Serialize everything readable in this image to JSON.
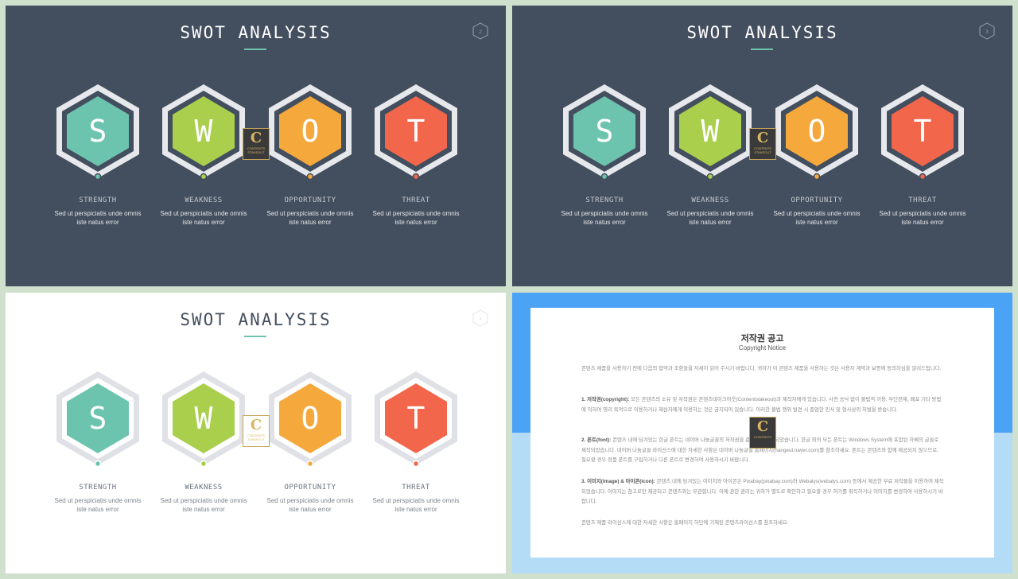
{
  "slides": [
    {
      "theme": "dark",
      "title": "SWOT ANALYSIS",
      "page": "2"
    },
    {
      "theme": "dark",
      "title": "SWOT ANALYSIS",
      "page": "3"
    },
    {
      "theme": "light",
      "title": "SWOT ANALYSIS",
      "page": "4"
    }
  ],
  "swot": [
    {
      "letter": "S",
      "label": "STRENGTH",
      "desc1": "Sed ut perspiciatis unde omnis",
      "desc2": "iste natus error",
      "color": "#6dc4ae"
    },
    {
      "letter": "W",
      "label": "WEAKNESS",
      "desc1": "Sed ut perspiciatis unde omnis",
      "desc2": "iste natus error",
      "color": "#a9cf4c"
    },
    {
      "letter": "O",
      "label": "OPPORTUNITY",
      "desc1": "Sed ut perspiciatis unde omnis",
      "desc2": "iste natus error",
      "color": "#f5a83c"
    },
    {
      "letter": "T",
      "label": "THREAT",
      "desc1": "Sed ut perspiciatis unde omnis",
      "desc2": "iste natus error",
      "color": "#f2674c"
    }
  ],
  "logo": {
    "letter": "C",
    "text1": "CONTENTS",
    "text2": "STAKEOUT"
  },
  "notice": {
    "title": "저작권 공고",
    "subtitle": "Copyright Notice",
    "intro": "콘텐츠 제품을 사용하기 전에 다음의 협약과 조항들을 자세히 읽어 주시기 바랍니다. 귀하가 이 콘텐츠 제품을 사용하는 것은 사용자 계약과 보증에 동의하심을 알려드립니다.",
    "p1_head": "1. 저작권(copyright):",
    "p1_body": " 모든 콘텐츠의 소유 및 저작권은 콘텐츠테이크아웃(Contentstakeout)과 제작자에게 있습니다. 사전 승낙 없이 불법적 이용, 무단전재, 배포 기타 방법에 의하여 영리 목적으로 이용하거나 제삼자에게 이용하는 것은 금지되어 있습니다. 이러한 불법 행위 발견 시 준엄한 민사 및 형사상의 처벌을 받습니다.",
    "p2_head": "2. 폰트(font):",
    "p2_body": " 콘텐츠 내에 담겨있는 한글 폰트는 네이버 나눔글꼴의 저작권을 준수하여 제작되었습니다. 한글 외의 모든 폰트는 Windows System에 포함된 자체의 글꼴로 제작되었습니다. 네이버 나눔글꼴 라이선스에 대한 자세한 사항은 네이버 나눔글꼴 홈페이지(hangeul.naver.com)를 참조하세요. 폰트는 콘텐츠와 함께 제공되지 않으므로, 필요할 경우 정품 폰트를 구입하거나 다른 폰트로 변경하여 사용하시기 바랍니다.",
    "p3_head": "3. 이미지(image) & 아이콘(icon):",
    "p3_body": " 콘텐츠 내에 담겨있는 이미지와 아이콘은 Pixabay(pixabay.com)와 Webalys(webalys.com) 등에서 제공한 무료 저작물을 이용하여 제작되었습니다. 이미지는 참고로만 제공되고 콘텐츠와는 무관합니다. 이에 관한 권리는 귀하가 별도로 확인하고 필요할 경우 허가를 취득하거나 이미지를 변경하여 사용하시기 바랍니다.",
    "outro": "콘텐츠 제품 라이선스에 대한 자세한 사항은 홈페이지 하단에 기재된 콘텐츠라이선스를 참조하세요."
  }
}
